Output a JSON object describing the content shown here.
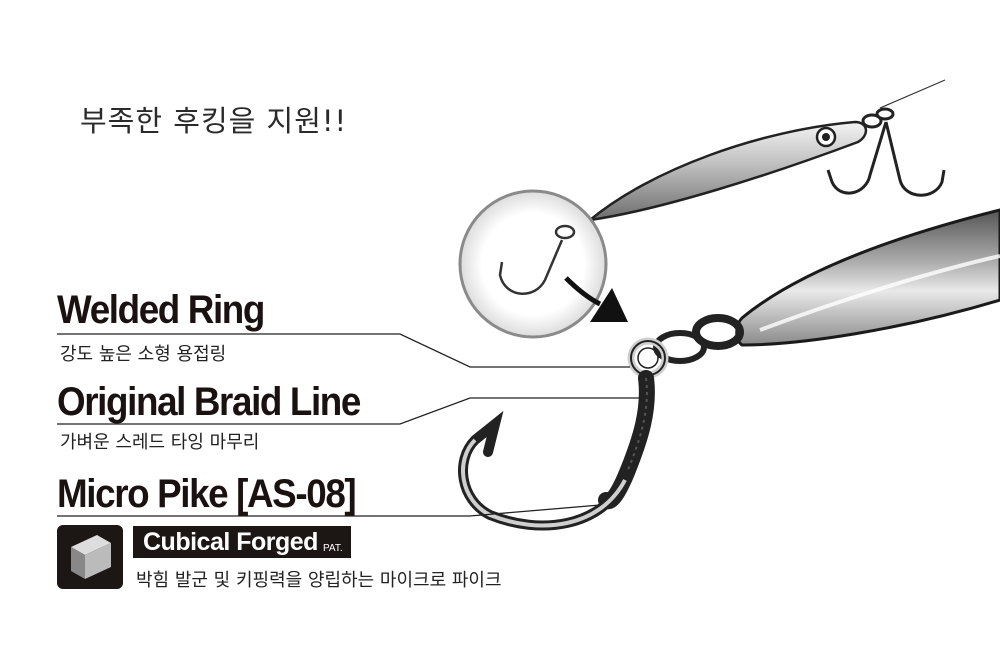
{
  "headline": "부족한 후킹을 지원!!",
  "features": [
    {
      "title": "Welded Ring",
      "subtitle": "강도 높은 소형 용접링"
    },
    {
      "title": "Original Braid Line",
      "subtitle": "가벼운 스레드 타잉 마무리"
    },
    {
      "title": "Micro Pike [AS-08]"
    }
  ],
  "forged": {
    "label": "Cubical Forged",
    "pat": "PAT.",
    "description": "박힘 발군 및 키핑력을 양립하는 마이크로 파이크"
  },
  "icons": [
    "jig-illustration",
    "zoom-circle-icon",
    "arrow-icon",
    "hook-illustration",
    "cubical-square-icon"
  ],
  "colors": {
    "text": "#1a1210",
    "badge": "#1c1614",
    "metal": "#9a9a9a"
  }
}
